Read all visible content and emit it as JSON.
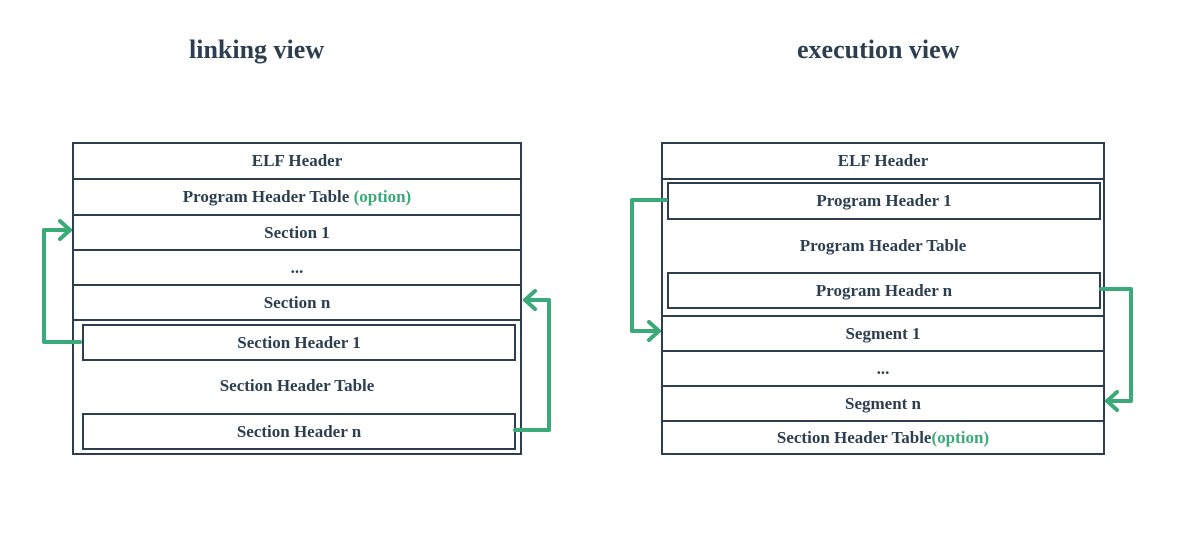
{
  "linking": {
    "title": "linking view",
    "elf_header": "ELF Header",
    "pht_label": "Program Header Table",
    "pht_option": "(option)",
    "section_1": "Section 1",
    "ellipsis": "...",
    "section_n": "Section n",
    "sh_1": "Section Header 1",
    "sht_label": "Section Header Table",
    "sh_n": "Section Header n"
  },
  "execution": {
    "title": "execution view",
    "elf_header": "ELF Header",
    "ph_1": "Program Header 1",
    "pht_label": "Program Header Table",
    "ph_n": "Program Header n",
    "segment_1": "Segment 1",
    "ellipsis": "...",
    "segment_n": "Segment n",
    "sht_label": "Section Header Table",
    "sht_option": "(option)"
  },
  "colors": {
    "structure": "#2c3e50",
    "arrow": "#3aaa78"
  }
}
